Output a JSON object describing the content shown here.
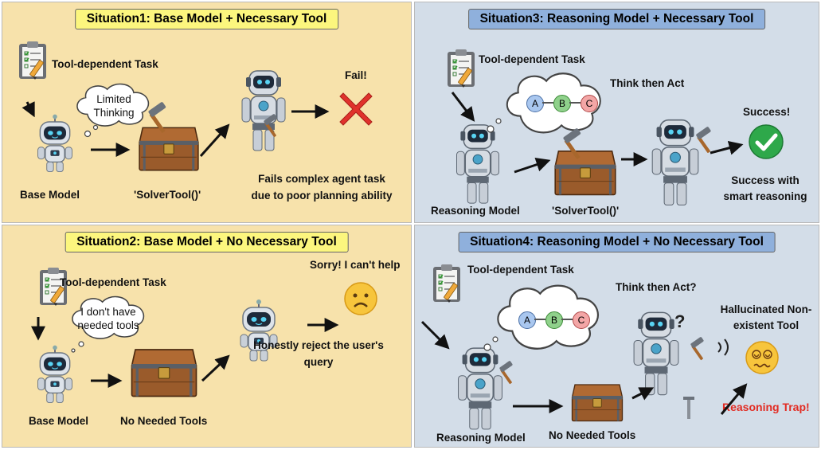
{
  "panels": {
    "s1": {
      "title": "Situation1: Base Model + Necessary Tool",
      "task": "Tool-dependent Task",
      "thought_line1": "Limited",
      "thought_line2": "Thinking",
      "model": "Base Model",
      "tool": "'SolverTool()'",
      "result": "Fail!",
      "note_line1": "Fails complex agent task",
      "note_line2": "due to poor planning ability"
    },
    "s2": {
      "title": "Situation2: Base Model + No Necessary Tool",
      "task": "Tool-dependent Task",
      "thought_line1": "I don't have",
      "thought_line2": "needed tools",
      "model": "Base Model",
      "tool": "No Needed Tools",
      "result": "Sorry! I can't help",
      "note_line1": "Honestly reject the user's",
      "note_line2": "query"
    },
    "s3": {
      "title": "Situation3: Reasoning Model + Necessary Tool",
      "task": "Tool-dependent Task",
      "think": "Think then Act",
      "nodes": [
        "A",
        "B",
        "C"
      ],
      "model": "Reasoning Model",
      "tool": "'SolverTool()'",
      "result": "Success!",
      "note_line1": "Success with",
      "note_line2": "smart reasoning"
    },
    "s4": {
      "title": "Situation4: Reasoning Model + No Necessary Tool",
      "task": "Tool-dependent Task",
      "think": "Think then Act?",
      "nodes": [
        "A",
        "B",
        "C"
      ],
      "model": "Reasoning Model",
      "tool": "No Needed Tools",
      "result_line1": "Hallucinated Non-",
      "result_line2": "existent Tool",
      "trap": "Reasoning Trap!",
      "question": "?"
    }
  },
  "colors": {
    "yellow_bg": "#f7e2ab",
    "blue_bg": "#d3dde8",
    "fail": "#e0322c",
    "success": "#2ea84a",
    "trap": "#e22b22"
  }
}
